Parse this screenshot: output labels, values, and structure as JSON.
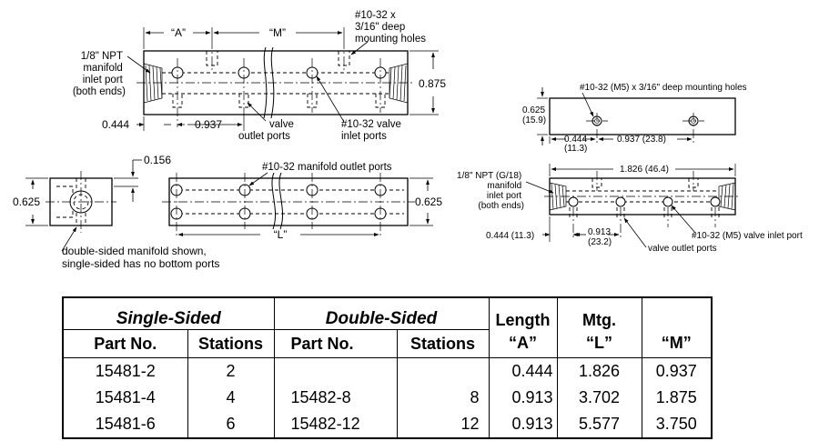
{
  "top_view": {
    "label_a": "“A”",
    "label_m": "“M”",
    "mounting_holes": [
      "#10-32 x",
      "3/16\" deep",
      "mounting holes"
    ],
    "inlet_port": [
      "1/8\" NPT",
      "manifold",
      "inlet port",
      "(both ends)"
    ],
    "height": "0.875",
    "offset": "0.444",
    "pitch": "0.937",
    "outlet_ports": [
      "valve",
      "outlet ports"
    ],
    "inlet_ports": [
      "#10-32 valve",
      "inlet ports"
    ]
  },
  "side_view": {
    "top_offset": "0.156",
    "height": "0.625",
    "manifold_outlets": "#10-32 manifold outlet ports",
    "height_right": "0.625",
    "label_l": "“L”",
    "note": [
      "double-sided manifold shown,",
      "single-sided has no bottom ports"
    ]
  },
  "metric_view": {
    "mounting_holes": "#10-32 (M5) x 3/16\" deep mounting holes",
    "height": "0.625",
    "height_mm": "(15.9)",
    "offset": "0.444",
    "offset_mm": "(11.3)",
    "pitch": "0.937 (23.8)",
    "length": "1.826 (46.4)",
    "inlet_port": [
      "1/8\" NPT (G/18)",
      "manifold",
      "inlet port",
      "(both ends)"
    ],
    "offset2": "0.444 (11.3)",
    "pitch2": "0.913",
    "pitch2_mm": "(23.2)",
    "valve_inlet": "#10-32 (M5) valve inlet port",
    "valve_outlets": "valve outlet ports"
  },
  "table": {
    "group_single": "Single-Sided",
    "group_double": "Double-Sided",
    "length_top": "Length",
    "length_bottom": "“A”",
    "mtg_top": "Mtg.",
    "mtg_bottom": "“L”",
    "m_header": "“M”",
    "headers": [
      "Part No.",
      "Stations",
      "Part No.",
      "Stations"
    ],
    "rows": [
      {
        "single_part": "15481-2",
        "single_stations": "2",
        "double_part": "",
        "double_stations": "",
        "length": "0.444",
        "mtg": "1.826",
        "m": "0.937"
      },
      {
        "single_part": "15481-4",
        "single_stations": "4",
        "double_part": "15482-8",
        "double_stations": "8",
        "length": "0.913",
        "mtg": "3.702",
        "m": "1.875"
      },
      {
        "single_part": "15481-6",
        "single_stations": "6",
        "double_part": "15482-12",
        "double_stations": "12",
        "length": "0.913",
        "mtg": "5.577",
        "m": "3.750"
      }
    ]
  }
}
